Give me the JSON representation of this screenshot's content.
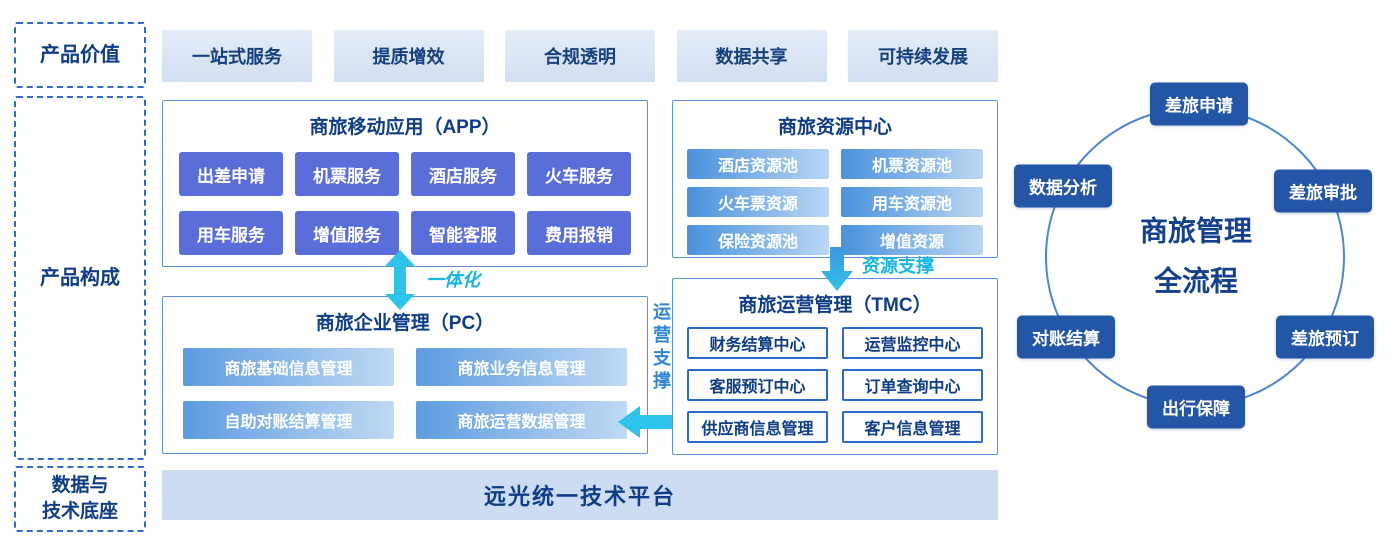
{
  "left_labels": {
    "product_value": "产品价值",
    "product_composition": "产品构成",
    "data_tech_base": "数据与\n技术底座"
  },
  "value_row": [
    "一站式服务",
    "提质增效",
    "合规透明",
    "数据共享",
    "可持续发展"
  ],
  "app_box": {
    "title": "商旅移动应用（APP）",
    "items": [
      "出差申请",
      "机票服务",
      "酒店服务",
      "火车服务",
      "用车服务",
      "增值服务",
      "智能客服",
      "费用报销"
    ]
  },
  "resource_box": {
    "title": "商旅资源中心",
    "items": [
      "酒店资源池",
      "机票资源池",
      "火车票资源",
      "用车资源池",
      "保险资源池",
      "增值资源"
    ]
  },
  "pc_box": {
    "title": "商旅企业管理（PC）",
    "items": [
      "商旅基础信息管理",
      "商旅业务信息管理",
      "自助对账结算管理",
      "商旅运营数据管理"
    ]
  },
  "tmc_box": {
    "title": "商旅运营管理（TMC）",
    "items": [
      "财务结算中心",
      "运营监控中心",
      "客服预订中心",
      "订单查询中心",
      "供应商信息管理",
      "客户信息管理"
    ]
  },
  "arrows": {
    "integration": "一体化",
    "resource_support": "资源支撑",
    "operation_support": "运营支撑"
  },
  "platform_bar": "远光统一技术平台",
  "cycle": {
    "center_line1": "商旅管理",
    "center_line2": "全流程",
    "nodes": [
      "差旅申请",
      "差旅审批",
      "差旅预订",
      "出行保障",
      "对账结算",
      "数据分析"
    ]
  },
  "colors": {
    "primary_navy": "#0e3d87",
    "dashed_border_blue": "#2f6bce",
    "app_button_blue": "#5a6edb",
    "gradient_item_blue": "#4a92dd",
    "cycle_node_blue": "#2456a8",
    "cyan_accent": "#17b4e6",
    "platform_bg": "#cbdcf3",
    "value_box_bg": "#d9e4f4"
  }
}
